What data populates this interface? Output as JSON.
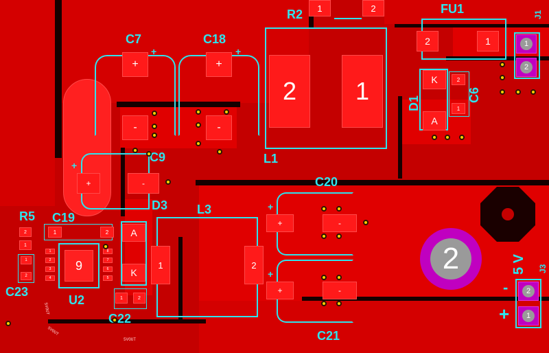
{
  "board": {
    "colors": {
      "copper": "#d40000",
      "pad": "#ff1a1a",
      "silkscreen": "#2ee4ee",
      "via": "#ffd200",
      "hole": "#c000c0",
      "gap": "#160000"
    },
    "components": {
      "R2": {
        "ref": "R2",
        "pad1": "1",
        "pad2": "2"
      },
      "FU1": {
        "ref": "FU1",
        "pad1": "1",
        "pad2": "2"
      },
      "J1": {
        "ref": "J1",
        "pad1": "1",
        "pad2": "2"
      },
      "C7": {
        "ref": "C7",
        "plus": "+",
        "minus": "-"
      },
      "C18": {
        "ref": "C18",
        "plus": "+",
        "minus": "-"
      },
      "L1": {
        "ref": "L1",
        "pad1": "1",
        "pad2": "2"
      },
      "D1": {
        "ref": "D1",
        "k": "K",
        "a": "A"
      },
      "C6": {
        "ref": "C6",
        "pad1": "1",
        "pad2": "2"
      },
      "C9": {
        "ref": "C9",
        "plus": "+",
        "minus": "-"
      },
      "D3": {
        "ref": "D3",
        "k": "K",
        "a": "A"
      },
      "L3": {
        "ref": "L3",
        "pad1": "1",
        "pad2": "2"
      },
      "C20": {
        "ref": "C20",
        "plus": "+",
        "minus": "-"
      },
      "C21": {
        "ref": "C21",
        "plus": "+",
        "minus": "-"
      },
      "R5": {
        "ref": "R5",
        "pad1": "1",
        "pad2": "2"
      },
      "C19": {
        "ref": "C19",
        "pad1": "1",
        "pad2": "2"
      },
      "U2": {
        "ref": "U2",
        "pad": "9",
        "pins": [
          "1",
          "2",
          "3",
          "4",
          "5",
          "6",
          "7",
          "8"
        ]
      },
      "C23": {
        "ref": "C23",
        "pad1": "1",
        "pad2": "2"
      },
      "C22": {
        "ref": "C22",
        "pad1": "1",
        "pad2": "2"
      },
      "J3": {
        "ref": "J3",
        "pad1": "1",
        "pad2": "2",
        "voltage": "5 V",
        "minus": "-",
        "plus": "+"
      },
      "H2": {
        "ref": "2"
      }
    },
    "net_labels": [
      "5VOUT",
      "5VOUT",
      "5VOUT"
    ]
  }
}
